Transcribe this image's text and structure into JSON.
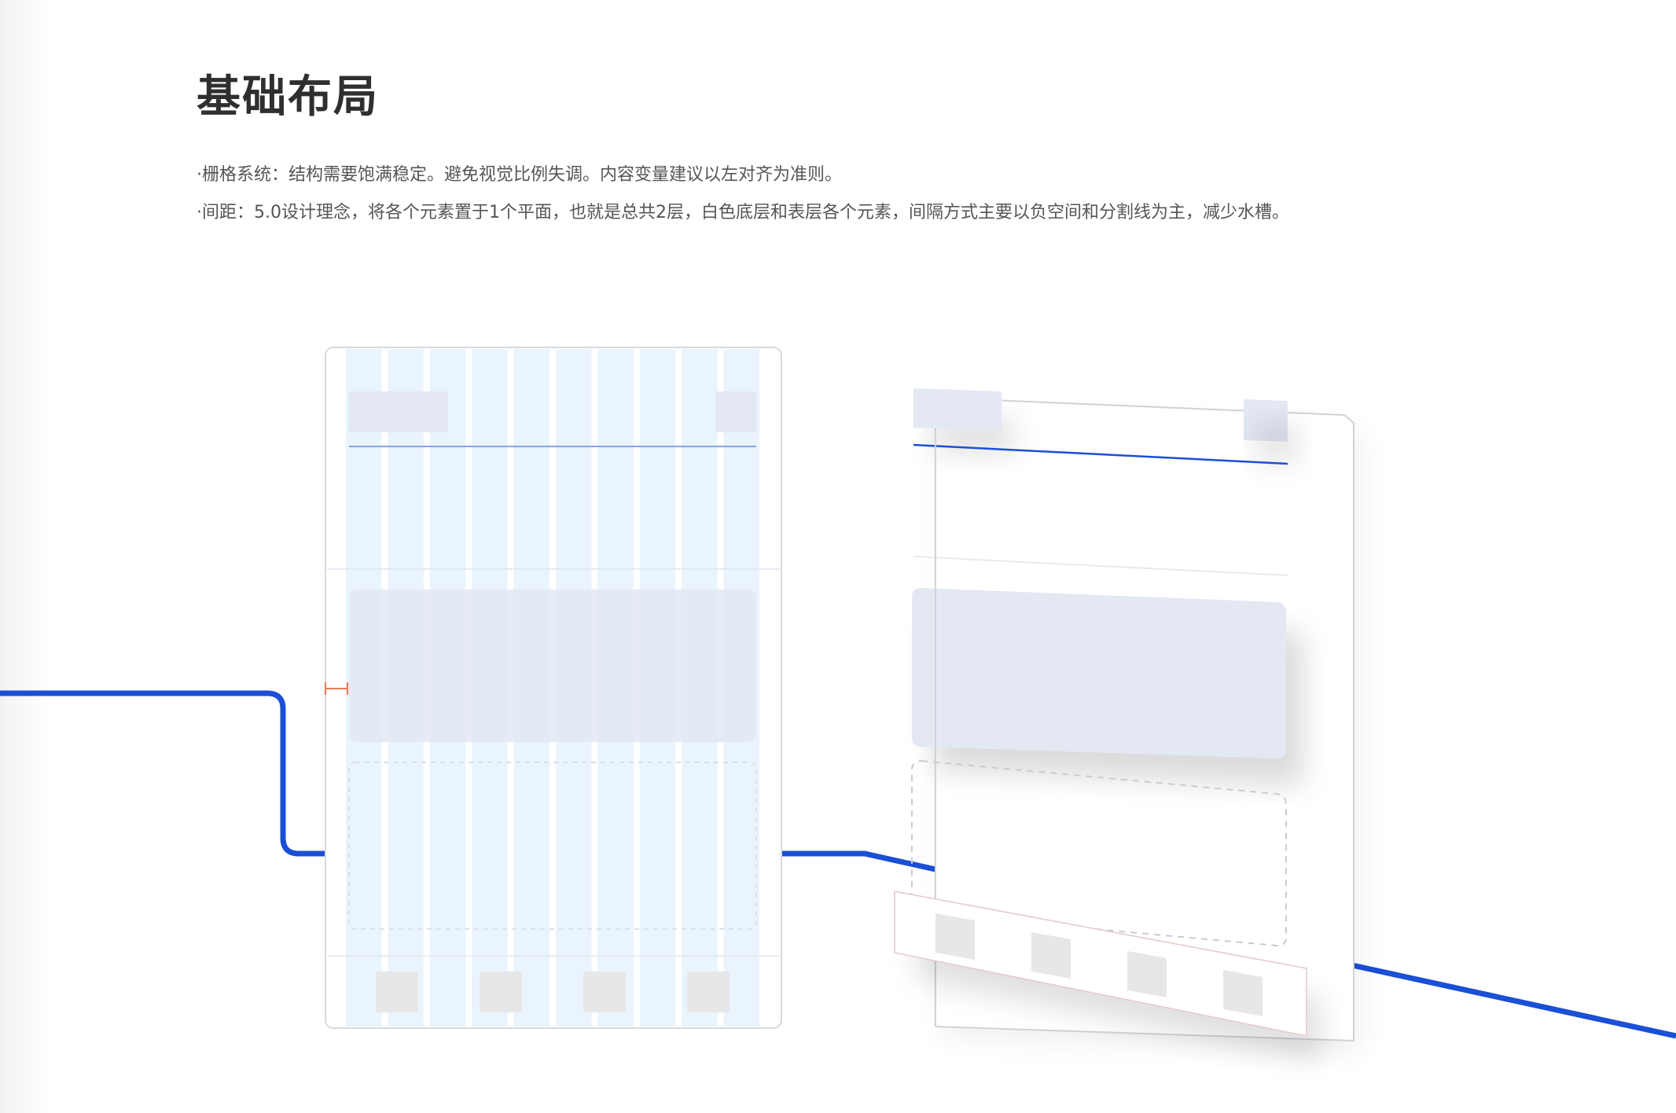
{
  "heading": "基础布局",
  "descriptions": [
    "·栅格系统：结构需要饱满稳定。避免视觉比例失调。内容变量建议以左对齐为准则。",
    "·间距：5.0设计理念，将各个元素置于1个平面，也就是总共2层，白色底层和表层各个元素，间隔方式主要以负空间和分割线为主，减少水槽。"
  ],
  "diagram": {
    "grid_columns": 10,
    "footer_icons": 4,
    "colors": {
      "accent_line": "#1a4fd6",
      "grid_column": "#eaf4fd",
      "placeholder": "#e3e8f3",
      "footer_icon": "#e6e7e9",
      "spacing_marker": "#f07a54",
      "divider": "#7ea6f0"
    }
  }
}
